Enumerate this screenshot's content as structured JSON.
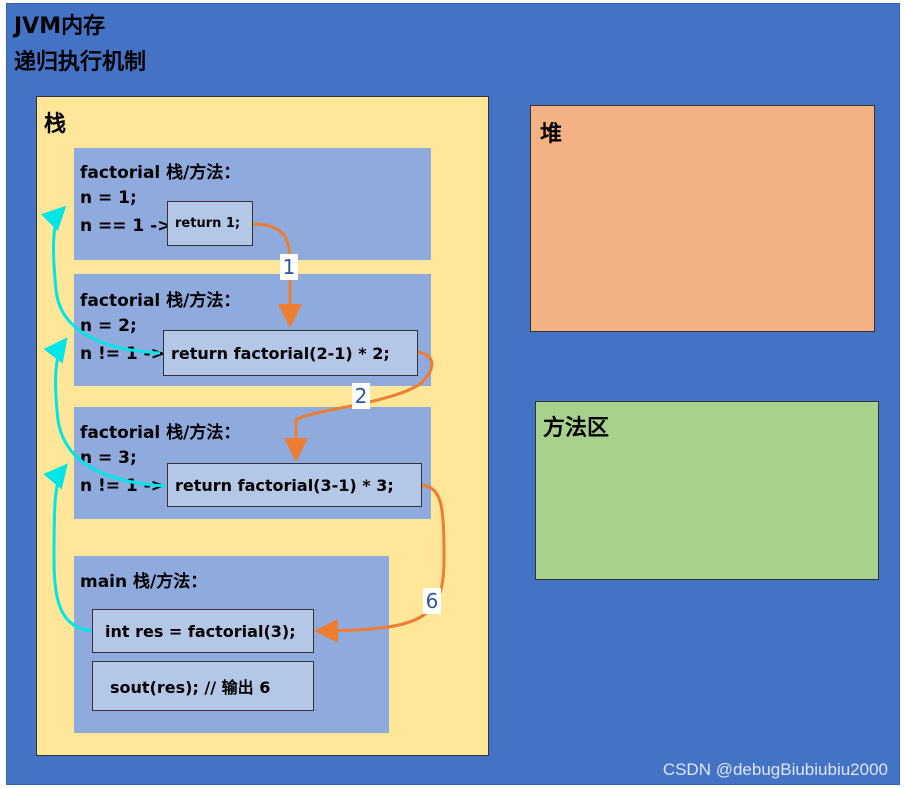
{
  "title_line1": "JVM内存",
  "title_line2": "递归执行机制",
  "regions": {
    "stack": "栈",
    "heap": "堆",
    "method_area": "方法区"
  },
  "frames": [
    {
      "header": "factorial 栈/方法：",
      "line1": "n = 1;",
      "line2": "n == 1 ->",
      "code": "return 1;"
    },
    {
      "header": "factorial 栈/方法：",
      "line1": "n = 2;",
      "line2": "n != 1 ->",
      "code": "return factorial(2-1) * 2;"
    },
    {
      "header": "factorial 栈/方法：",
      "line1": "n = 3;",
      "line2": "n != 1 ->",
      "code": "return factorial(3-1) * 3;"
    },
    {
      "header": "main 栈/方法：",
      "code1": "int res = factorial(3);",
      "code2": "sout(res); // 输出 6"
    }
  ],
  "arrow_labels": [
    "1",
    "2",
    "6"
  ],
  "colors": {
    "background": "#4472c4",
    "stack": "#ffe699",
    "heap": "#f4b183",
    "method_area": "#a9d18e",
    "frame": "#8faadc",
    "code_box": "#b4c7e7",
    "return_arrow": "#ed7d31",
    "call_arrow": "#00e5e5"
  },
  "watermark": "CSDN @debugBiubiubiu2000"
}
